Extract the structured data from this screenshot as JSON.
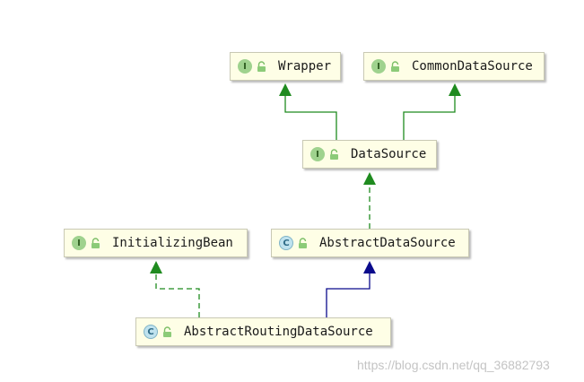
{
  "nodes": {
    "wrapper": {
      "kind": "I",
      "name": "Wrapper"
    },
    "common_data_source": {
      "kind": "I",
      "name": "CommonDataSource"
    },
    "data_source": {
      "kind": "I",
      "name": "DataSource"
    },
    "initializing_bean": {
      "kind": "I",
      "name": "InitializingBean"
    },
    "abstract_data_source": {
      "kind": "C",
      "name": "AbstractDataSource"
    },
    "abstract_routing_data_source": {
      "kind": "C",
      "name": "AbstractRoutingDataSource"
    }
  },
  "relations": [
    {
      "from": "DataSource",
      "to": "Wrapper",
      "type": "extends",
      "style": "solid",
      "color": "#1f8b1f"
    },
    {
      "from": "DataSource",
      "to": "CommonDataSource",
      "type": "extends",
      "style": "solid",
      "color": "#1f8b1f"
    },
    {
      "from": "AbstractDataSource",
      "to": "DataSource",
      "type": "implements",
      "style": "dashed",
      "color": "#1f8b1f"
    },
    {
      "from": "AbstractRoutingDataSource",
      "to": "InitializingBean",
      "type": "implements",
      "style": "dashed",
      "color": "#1f8b1f"
    },
    {
      "from": "AbstractRoutingDataSource",
      "to": "AbstractDataSource",
      "type": "extends",
      "style": "solid",
      "color": "#0a0a8c"
    }
  ],
  "colors": {
    "interface_arrow": "#1f8b1f",
    "class_arrow": "#0a0a8c",
    "node_fill": "#fefee6",
    "node_border": "#c9c9b4"
  },
  "watermark": "https://blog.csdn.net/qq_36882793"
}
